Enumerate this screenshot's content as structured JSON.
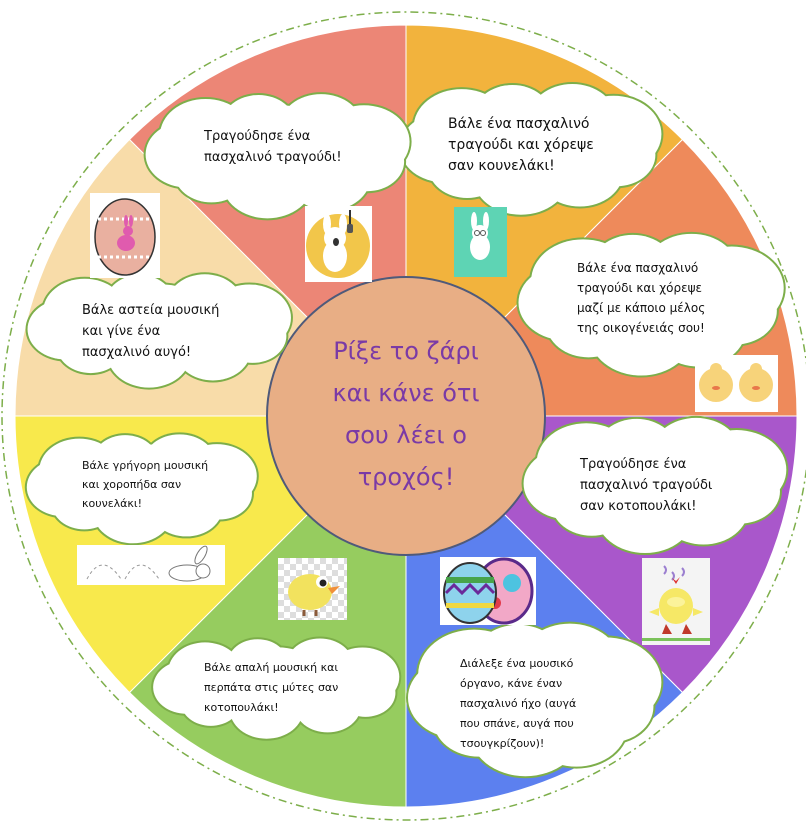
{
  "center": {
    "text": "Ρίξε το ζάρι\nκαι κάνε ότι\nσου λέει ο\nτροχός!"
  },
  "colors": {
    "segments": [
      "#F2B33D",
      "#EE8A5B",
      "#A957CB",
      "#5C80EF",
      "#96CC5F",
      "#F8E94C",
      "#F8DCA9",
      "#EC8676"
    ],
    "center_fill": "#E8AE85",
    "center_text": "#7A3AA6",
    "cloud_stroke": "#7DAE4A"
  },
  "segments": [
    {
      "name": "orange",
      "text": "Βάλε ένα πασχαλινό\nτραγούδι και χόρεψε\nσαν κουνελάκι!",
      "image": "dancing-bunny"
    },
    {
      "name": "coral",
      "text": "Βάλε ένα πασχαλινό\nτραγούδι και χόρεψε\nμαζί με κάποιο μέλος\nτης οικογένειάς σου!",
      "image": "two-chicks"
    },
    {
      "name": "purple",
      "text": "Τραγούδησε ένα\nπασχαλινό τραγούδι\nσαν κοτοπουλάκι!",
      "image": "singing-chick"
    },
    {
      "name": "blue",
      "text": "Διάλεξε ένα μουσικό\nόργανο, κάνε έναν\nπασχαλινό ήχο (αυγά\nπου σπάνε, αυγά που\nτσουγκρίζουν)!",
      "image": "easter-eggs"
    },
    {
      "name": "green",
      "text": "Βάλε απαλή μουσική και\nπερπάτα στις μύτες σαν\nκοτοπουλάκι!",
      "image": "chick"
    },
    {
      "name": "yellow",
      "text": "Βάλε γρήγορη μουσική\nκαι χοροπήδα σαν\nκουνελάκι!",
      "image": "hopping-bunny"
    },
    {
      "name": "peach",
      "text": "Βάλε αστεία μουσική\nκαι γίνε ένα\nπασχαλινό αυγό!",
      "image": "bunny-egg"
    },
    {
      "name": "red",
      "text": "Τραγούδησε ένα\nπασχαλινό τραγούδι!",
      "image": "singing-bunny"
    }
  ]
}
